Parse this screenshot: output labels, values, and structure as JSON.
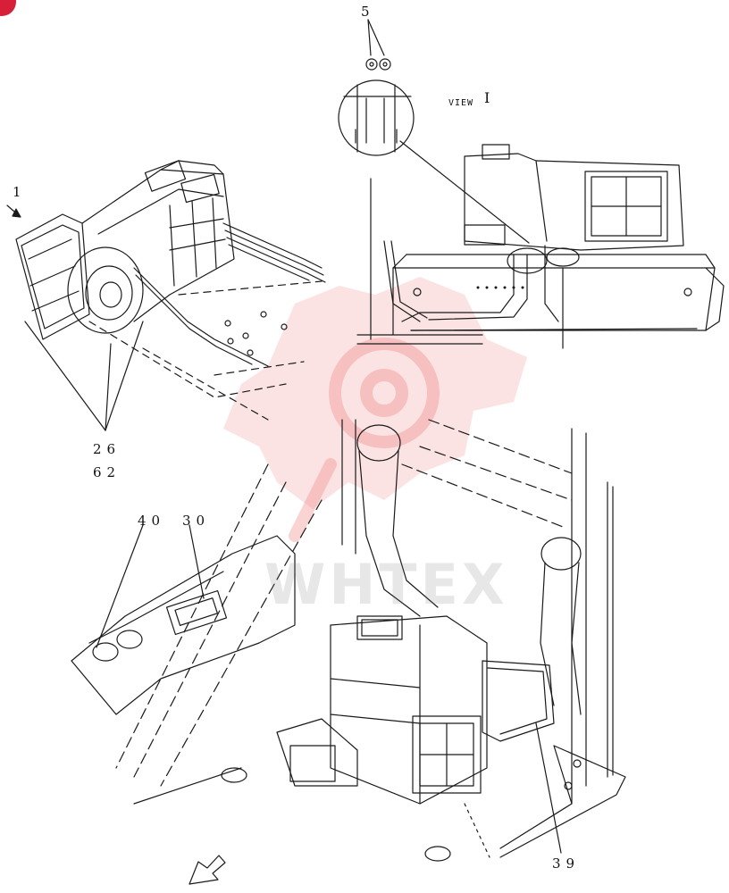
{
  "callouts": {
    "c5": "5",
    "c26": "26",
    "c62": "62",
    "c40": "40",
    "c30": "30",
    "c39": "39",
    "c1": "1"
  },
  "view_label": "VIEW",
  "view_ref": "I",
  "watermark_text": "WHTEX",
  "colors": {
    "line": "#1a1a1a",
    "watermark": "#f08080",
    "badge": "#d81f3a"
  }
}
